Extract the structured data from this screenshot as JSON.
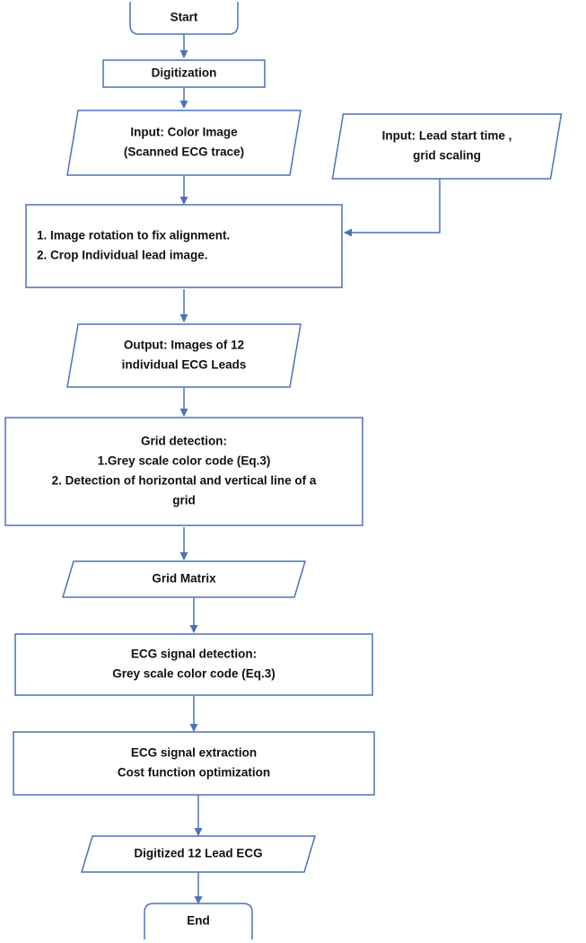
{
  "diagram": {
    "colors": {
      "stroke": "#4a72b8",
      "arrow": "#4a72b8",
      "text": "#111111"
    },
    "nodes": {
      "start": {
        "shape": "terminal",
        "lines": [
          "Start"
        ]
      },
      "digitization": {
        "shape": "process",
        "lines": [
          "Digitization"
        ]
      },
      "input_color": {
        "shape": "data",
        "lines": [
          "Input: Color Image",
          "(Scanned ECG trace)"
        ]
      },
      "input_lead": {
        "shape": "data",
        "lines": [
          "Input: Lead start time ,",
          "grid scaling"
        ]
      },
      "rotation": {
        "shape": "process",
        "lines": [
          "1. Image rotation to fix alignment.",
          "2. Crop Individual lead image."
        ]
      },
      "output_images": {
        "shape": "data",
        "lines": [
          "Output: Images of 12",
          "individual ECG  Leads"
        ]
      },
      "grid_detection": {
        "shape": "process",
        "lines": [
          "Grid detection:",
          "1.Grey scale color code (Eq.3)",
          "2. Detection of horizontal and vertical line of a",
          "grid"
        ]
      },
      "grid_matrix": {
        "shape": "data",
        "lines": [
          "Grid Matrix"
        ]
      },
      "signal_detection": {
        "shape": "process",
        "lines": [
          "ECG signal detection:",
          "Grey scale color code (Eq.3)"
        ]
      },
      "signal_extraction": {
        "shape": "process",
        "lines": [
          "ECG signal extraction",
          "Cost function optimization"
        ]
      },
      "digitized": {
        "shape": "data",
        "lines": [
          "Digitized 12 Lead ECG"
        ]
      },
      "end": {
        "shape": "terminal",
        "lines": [
          "End"
        ]
      }
    },
    "edges": [
      {
        "from": "start",
        "to": "digitization"
      },
      {
        "from": "digitization",
        "to": "input_color"
      },
      {
        "from": "input_color",
        "to": "rotation"
      },
      {
        "from": "input_lead",
        "to": "rotation"
      },
      {
        "from": "rotation",
        "to": "output_images"
      },
      {
        "from": "output_images",
        "to": "grid_detection"
      },
      {
        "from": "grid_detection",
        "to": "grid_matrix"
      },
      {
        "from": "grid_matrix",
        "to": "signal_detection"
      },
      {
        "from": "signal_detection",
        "to": "signal_extraction"
      },
      {
        "from": "signal_extraction",
        "to": "digitized"
      },
      {
        "from": "digitized",
        "to": "end"
      }
    ]
  }
}
